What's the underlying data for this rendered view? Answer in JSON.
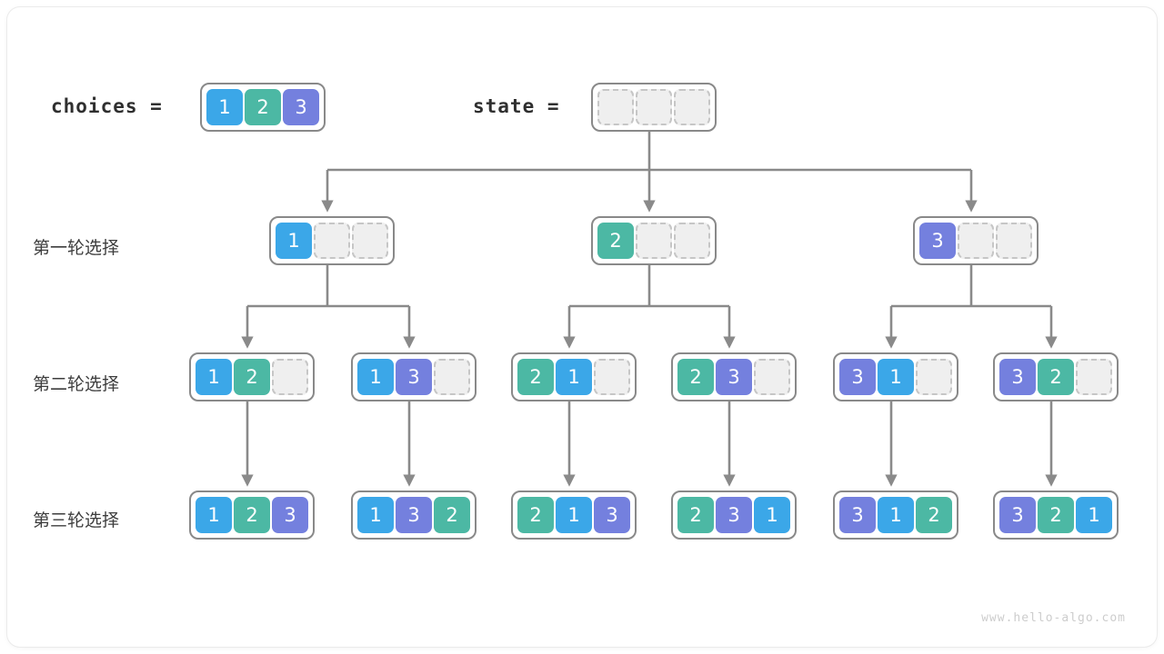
{
  "watermark": "www.hello-algo.com",
  "colors": {
    "value1": "#3BA7E8",
    "value2": "#4CB8A4",
    "value3": "#7480DE",
    "empty_fill": "#efefef",
    "empty_border": "#c6c6c6",
    "node_border": "#898989",
    "edge": "#8a8a8a",
    "text": "#3d3d3d"
  },
  "header": {
    "choices_label": "choices  =",
    "choices_cells": [
      "1",
      "2",
      "3"
    ],
    "state_label": "state  =",
    "state_cells": [
      "",
      "",
      ""
    ]
  },
  "rows": [
    {
      "title": "第一轮选择",
      "nodes": [
        {
          "cells": [
            "1",
            "",
            ""
          ]
        },
        {
          "cells": [
            "2",
            "",
            ""
          ]
        },
        {
          "cells": [
            "3",
            "",
            ""
          ]
        }
      ]
    },
    {
      "title": "第二轮选择",
      "nodes": [
        {
          "cells": [
            "1",
            "2",
            ""
          ]
        },
        {
          "cells": [
            "1",
            "3",
            ""
          ]
        },
        {
          "cells": [
            "2",
            "1",
            ""
          ]
        },
        {
          "cells": [
            "2",
            "3",
            ""
          ]
        },
        {
          "cells": [
            "3",
            "1",
            ""
          ]
        },
        {
          "cells": [
            "3",
            "2",
            ""
          ]
        }
      ]
    },
    {
      "title": "第三轮选择",
      "nodes": [
        {
          "cells": [
            "1",
            "2",
            "3"
          ]
        },
        {
          "cells": [
            "1",
            "3",
            "2"
          ]
        },
        {
          "cells": [
            "2",
            "1",
            "3"
          ]
        },
        {
          "cells": [
            "2",
            "3",
            "1"
          ]
        },
        {
          "cells": [
            "3",
            "1",
            "2"
          ]
        },
        {
          "cells": [
            "3",
            "2",
            "1"
          ]
        }
      ]
    }
  ]
}
